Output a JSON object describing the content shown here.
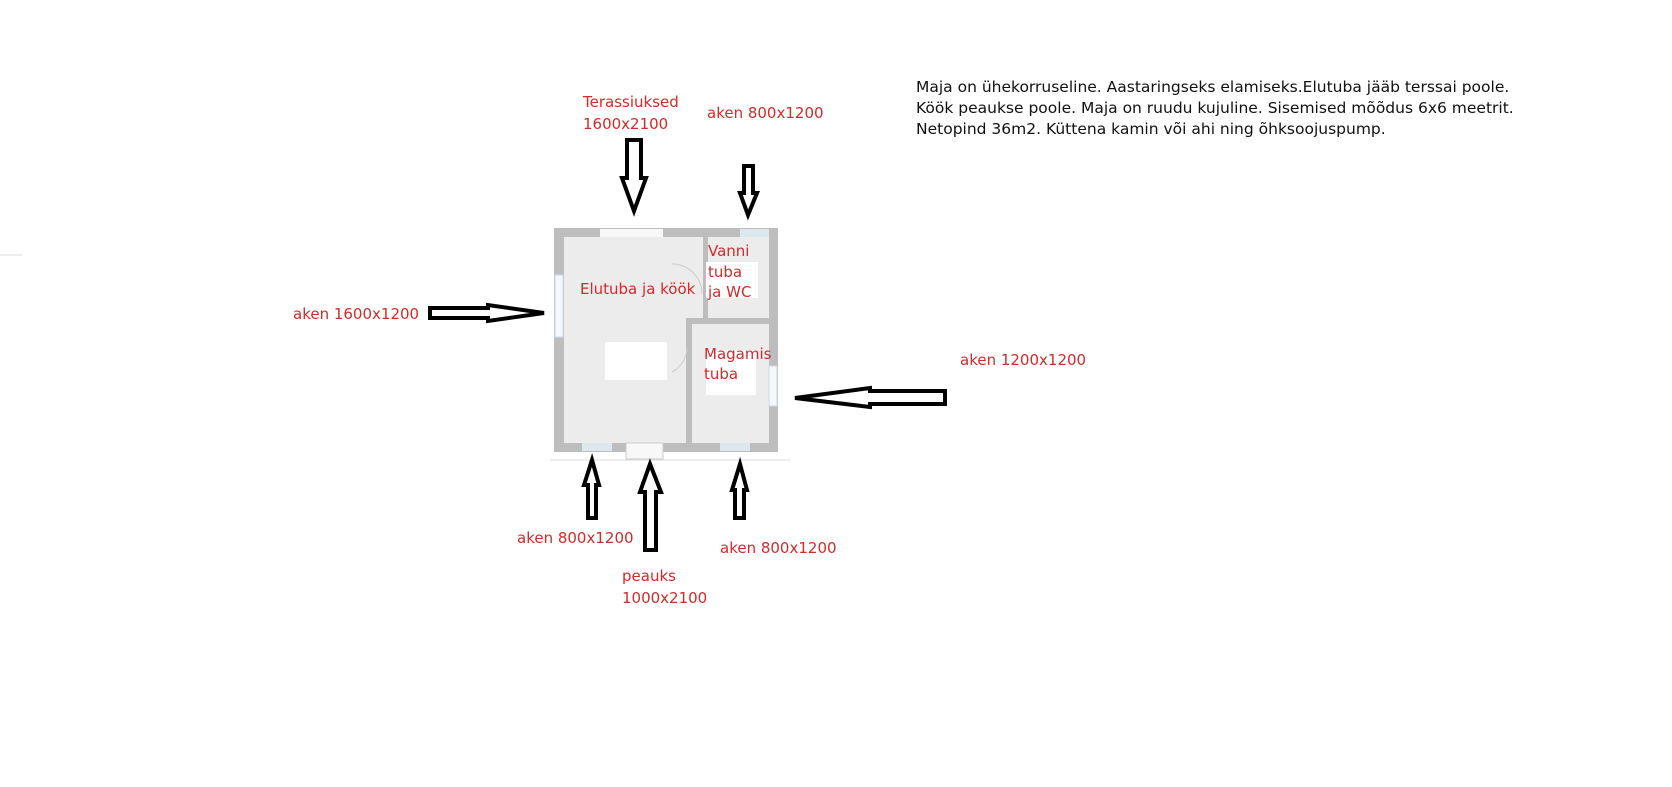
{
  "description_text": "Maja on ühekorruseline. Aastaringseks elamiseks.Elutuba jääb terssai poole. Köök peaukse poole. Maja on ruudu kujuline. Sisemised mõõdus 6x6 meetrit. Netopind 36m2. Küttena kamin või ahi ning õhksoojuspump.",
  "rooms": {
    "living": "Elutuba ja köök",
    "bath_1": "Vanni",
    "bath_2": "tuba",
    "bath_3": "ja WC",
    "bed_1": "Magamis",
    "bed_2": "tuba"
  },
  "labels": {
    "terrace_1": "Terassiuksed",
    "terrace_2": "1600x2100",
    "top_window": "aken 800x1200",
    "left_window": "aken 1600x1200",
    "right_window": "aken 1200x1200",
    "bottom_left_window": "aken 800x1200",
    "bottom_right_window": "aken 800x1200",
    "door_1": "peauks",
    "door_2": "1000x2100"
  },
  "colors": {
    "label": "#d42a2a",
    "wall": "#bdbdbd",
    "floor": "#ececec"
  }
}
